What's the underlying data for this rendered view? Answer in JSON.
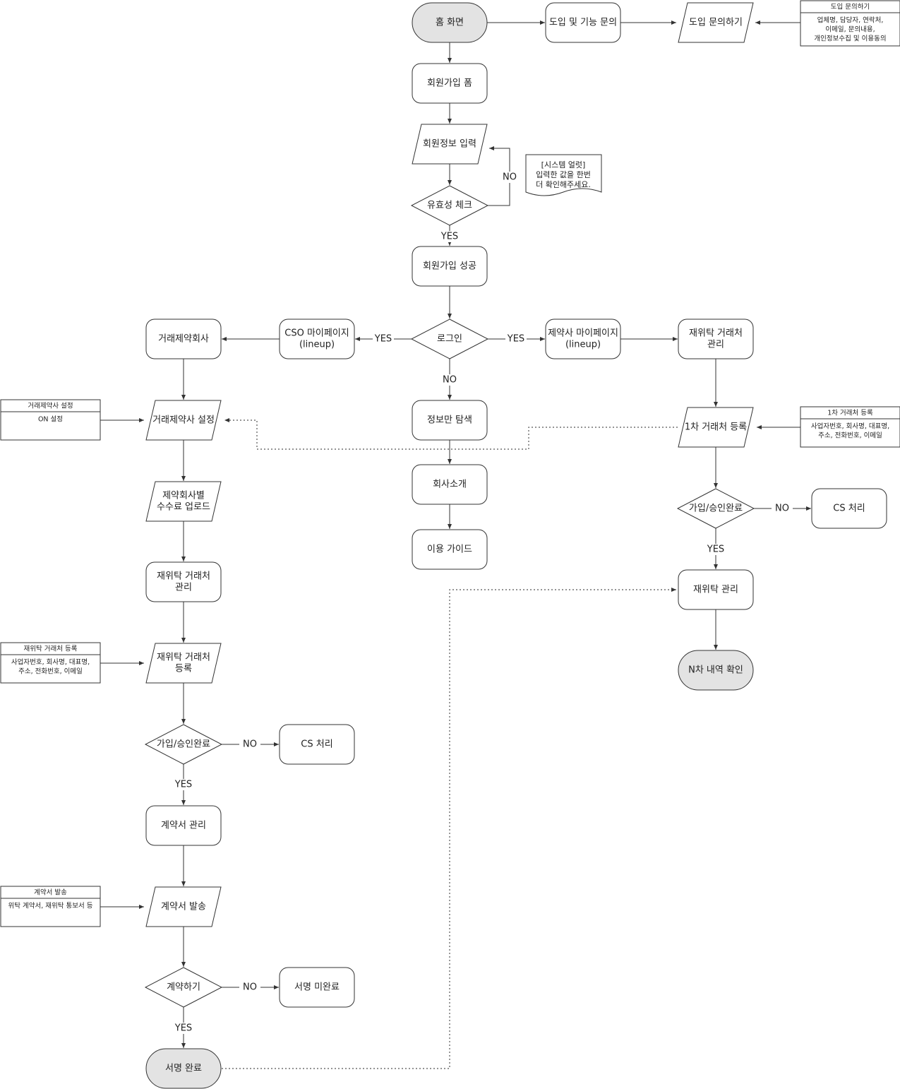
{
  "nodes": {
    "home": {
      "label": [
        "홈 화면"
      ],
      "kind": "terminal"
    },
    "inquiry": {
      "label": [
        "도입 및 기능 문의"
      ],
      "kind": "process"
    },
    "inquiry_form": {
      "label": [
        "도입 문의하기"
      ],
      "kind": "io"
    },
    "signup_form": {
      "label": [
        "회원가입 폼"
      ],
      "kind": "process"
    },
    "member_input": {
      "label": [
        "회원정보 입력"
      ],
      "kind": "io"
    },
    "validity_check": {
      "label": [
        "유효성 체크"
      ],
      "kind": "decision"
    },
    "signup_success": {
      "label": [
        "회원가입 성공"
      ],
      "kind": "process"
    },
    "login": {
      "label": [
        "로그인"
      ],
      "kind": "decision"
    },
    "cso_mypage": {
      "label": [
        "CSO 마이페이지",
        "(lineup)"
      ],
      "kind": "process"
    },
    "pharma_mypage": {
      "label": [
        "제약사 마이페이지",
        "(lineup)"
      ],
      "kind": "process"
    },
    "partner_company": {
      "label": [
        "거래제약회사"
      ],
      "kind": "process"
    },
    "partner_setting": {
      "label": [
        "거래제약사 설정"
      ],
      "kind": "io"
    },
    "fee_upload": {
      "label": [
        "제약회사별",
        "수수료 업로드"
      ],
      "kind": "io"
    },
    "subcontract_mgmt_left": {
      "label": [
        "재위탁 거래처",
        "관리"
      ],
      "kind": "process"
    },
    "subcontract_register": {
      "label": [
        "재위탁 거래처",
        "등록"
      ],
      "kind": "io"
    },
    "approval_left": {
      "label": [
        "가입/승인완료"
      ],
      "kind": "decision"
    },
    "cs_left": {
      "label": [
        "CS 처리"
      ],
      "kind": "process"
    },
    "contract_mgmt": {
      "label": [
        "계약서 관리"
      ],
      "kind": "process"
    },
    "contract_send": {
      "label": [
        "계약서 발송"
      ],
      "kind": "io"
    },
    "contract_do": {
      "label": [
        "계약하기"
      ],
      "kind": "decision"
    },
    "sign_incomplete": {
      "label": [
        "서명 미완료"
      ],
      "kind": "process"
    },
    "sign_complete": {
      "label": [
        "서명 완료"
      ],
      "kind": "terminal"
    },
    "info_browse": {
      "label": [
        "정보만 탐색"
      ],
      "kind": "process"
    },
    "company_intro": {
      "label": [
        "회사소개"
      ],
      "kind": "process"
    },
    "user_guide": {
      "label": [
        "이용 가이드"
      ],
      "kind": "process"
    },
    "subcontract_mgmt_right": {
      "label": [
        "재위탁 거래처",
        "관리"
      ],
      "kind": "process"
    },
    "first_partner_register": {
      "label": [
        "1차 거래처 등록"
      ],
      "kind": "io"
    },
    "approval_right": {
      "label": [
        "가입/승인완료"
      ],
      "kind": "decision"
    },
    "cs_right": {
      "label": [
        "CS 처리"
      ],
      "kind": "process"
    },
    "subcontract_mgmt": {
      "label": [
        "재위탁 관리"
      ],
      "kind": "process"
    },
    "nth_history": {
      "label": [
        "N차 내역 확인"
      ],
      "kind": "terminal"
    }
  },
  "edge_labels": {
    "yes": "YES",
    "no": "NO"
  },
  "system_alert": [
    "[시스템 얼럿]",
    "입력한 값을 한번",
    "더 확인해주세요."
  ],
  "notes": {
    "inquiry_note": {
      "title": "도입 문의하기",
      "body": [
        "업체명, 담당자, 연락처,",
        "이메일, 문의내용,",
        "개인정보수집 및 이용동의"
      ]
    },
    "partner_setting_note": {
      "title": "거래제약사 설정",
      "body": [
        "ON 설정"
      ]
    },
    "first_partner_note": {
      "title": "1차 거래처 등록",
      "body": [
        "사업자번호, 회사명, 대표명,",
        "주소, 전화번호, 이메일"
      ]
    },
    "subcontract_note": {
      "title": "재위탁 거래처 등록",
      "body": [
        "사업자번호, 회사명, 대표명,",
        "주소, 전화번호, 이메일"
      ]
    },
    "contract_note": {
      "title": "계약서 발송",
      "body": [
        "위탁 계약서, 재위탁 통보서 등"
      ]
    }
  }
}
